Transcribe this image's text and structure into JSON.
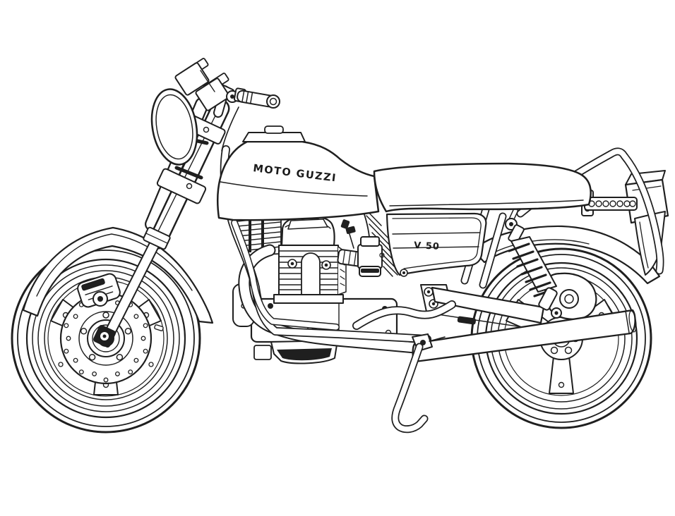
{
  "illustration": {
    "subject": "Moto Guzzi V 50 motorcycle line drawing, left-facing side view",
    "style": "black outline coloring-page artwork on white background",
    "background_color": "#ffffff",
    "line_color": "#1f1f1f",
    "labels": {
      "tank_badge": "MOTO GUZZI",
      "side_panel_badge": "V 50"
    }
  }
}
